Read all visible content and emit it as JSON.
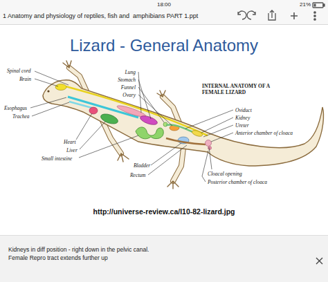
{
  "diagram": {
    "title": "Lizard - General Anatomy",
    "labels": [
      "18:00",
      "21%",
      "1 Anatomy and physiology of reptiles, fish and  amphibians PART 1.ppt",
      "Spinal cord",
      "Brain",
      "Esophagus",
      "Trachea",
      "Heart",
      "Liver",
      "Small intestine",
      "Lung",
      "Stomach",
      "Funnel",
      "Ovary",
      "INTERNAL ANATOMY OF A FEMALE LIZARD",
      "Oviduct",
      "Kidney",
      "Ureter",
      "Anterior chamber of cloaca",
      "Bladder",
      "Rectum",
      "Cloacal opening",
      "Posterior chamber of cloaca",
      "http://universe-review.ca/l10-82-lizard.jpg",
      "Kidneys in diff position - right down in the pelvic canal.",
      "Female Repro tract extends further up"
    ]
  }
}
